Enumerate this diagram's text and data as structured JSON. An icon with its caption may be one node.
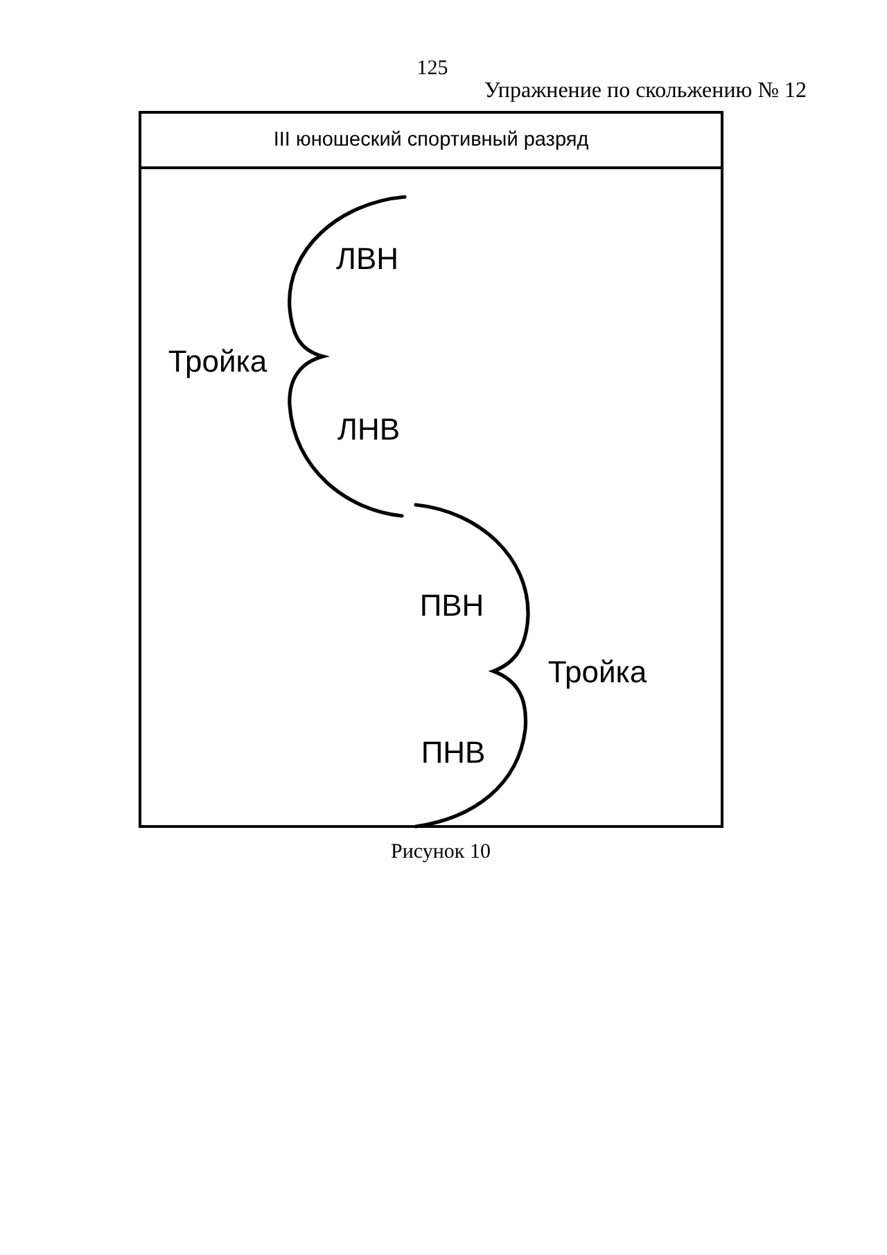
{
  "diagram": {
    "title": "Упражнение по скольжению № 12",
    "caption": "Рисунок 10",
    "nodes": [
      {
        "text": [
          "III юношеский спортивный разряд"
        ]
      }
    ],
    "labels": [
      "125",
      "ЛВН",
      "Тройка",
      "ЛНВ",
      "ПВН",
      "Тройка",
      "ПНВ"
    ]
  }
}
